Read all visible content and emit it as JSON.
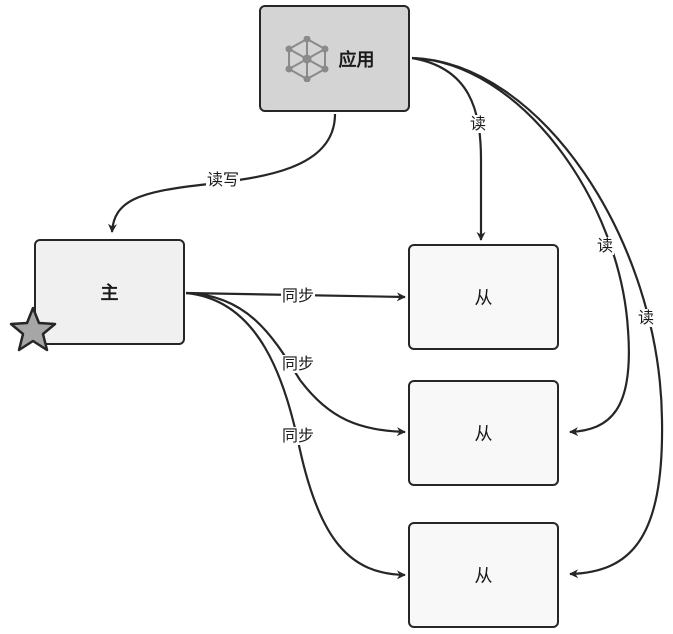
{
  "nodes": {
    "app": {
      "label": "应用",
      "icon": "cube-network-icon"
    },
    "master": {
      "label": "主",
      "badge": "star-icon"
    },
    "replicas": [
      {
        "label": "从"
      },
      {
        "label": "从"
      },
      {
        "label": "从"
      }
    ]
  },
  "edges": {
    "app_to_master": "读写",
    "app_to_replica_1": "读",
    "app_to_replica_2": "读",
    "app_to_replica_3": "读",
    "master_to_replica_1": "同步",
    "master_to_replica_2": "同步",
    "master_to_replica_3": "同步"
  },
  "colors": {
    "stroke": "#262626",
    "app_fill": "#d4d4d4",
    "master_fill": "#f0f0f0",
    "replica_fill": "#f8f8f8",
    "star_fill": "#a6a6a6"
  }
}
